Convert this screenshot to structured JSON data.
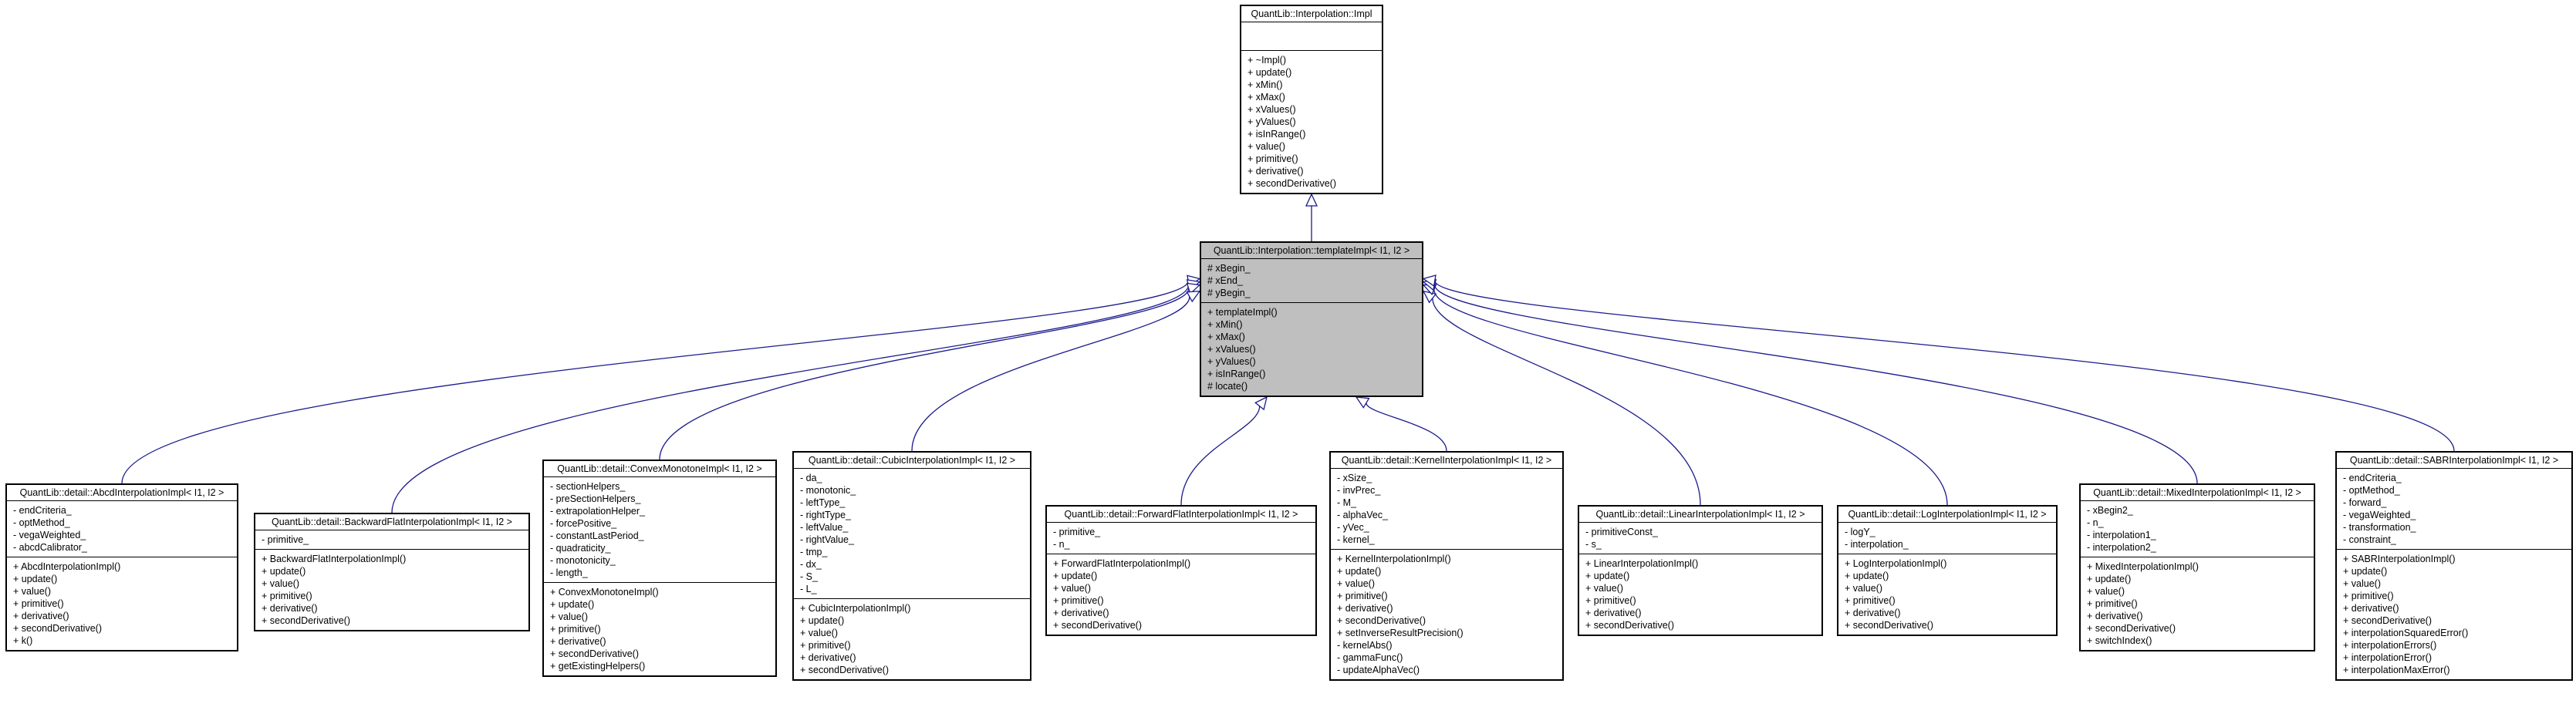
{
  "diagram": {
    "base": {
      "title": "QuantLib::Interpolation::Impl",
      "attributes": [],
      "methods": [
        "+ ~Impl()",
        "+ update()",
        "+ xMin()",
        "+ xMax()",
        "+ xValues()",
        "+ yValues()",
        "+ isInRange()",
        "+ value()",
        "+ primitive()",
        "+ derivative()",
        "+ secondDerivative()"
      ]
    },
    "template": {
      "title": "QuantLib::Interpolation::templateImpl< I1, I2 >",
      "attributes": [
        "# xBegin_",
        "# xEnd_",
        "# yBegin_"
      ],
      "methods": [
        "+ templateImpl()",
        "+ xMin()",
        "+ xMax()",
        "+ xValues()",
        "+ yValues()",
        "+ isInRange()",
        "# locate()"
      ]
    },
    "derived": [
      {
        "title": "QuantLib::detail::AbcdInterpolationImpl< I1, I2 >",
        "attributes": [
          "- endCriteria_",
          "- optMethod_",
          "- vegaWeighted_",
          "- abcdCalibrator_"
        ],
        "methods": [
          "+ AbcdInterpolationImpl()",
          "+ update()",
          "+ value()",
          "+ primitive()",
          "+ derivative()",
          "+ secondDerivative()",
          "+ k()"
        ]
      },
      {
        "title": "QuantLib::detail::BackwardFlatInterpolationImpl< I1, I2 >",
        "attributes": [
          "- primitive_"
        ],
        "methods": [
          "+ BackwardFlatInterpolationImpl()",
          "+ update()",
          "+ value()",
          "+ primitive()",
          "+ derivative()",
          "+ secondDerivative()"
        ]
      },
      {
        "title": "QuantLib::detail::ConvexMonotoneImpl< I1, I2 >",
        "attributes": [
          "- sectionHelpers_",
          "- preSectionHelpers_",
          "- extrapolationHelper_",
          "- forcePositive_",
          "- constantLastPeriod_",
          "- quadraticity_",
          "- monotonicity_",
          "- length_"
        ],
        "methods": [
          "+ ConvexMonotoneImpl()",
          "+ update()",
          "+ value()",
          "+ primitive()",
          "+ derivative()",
          "+ secondDerivative()",
          "+ getExistingHelpers()"
        ]
      },
      {
        "title": "QuantLib::detail::CubicInterpolationImpl< I1, I2 >",
        "attributes": [
          "- da_",
          "- monotonic_",
          "- leftType_",
          "- rightType_",
          "- leftValue_",
          "- rightValue_",
          "- tmp_",
          "- dx_",
          "- S_",
          "- L_"
        ],
        "methods": [
          "+ CubicInterpolationImpl()",
          "+ update()",
          "+ value()",
          "+ primitive()",
          "+ derivative()",
          "+ secondDerivative()"
        ]
      },
      {
        "title": "QuantLib::detail::ForwardFlatInterpolationImpl< I1, I2 >",
        "attributes": [
          "- primitive_",
          "- n_"
        ],
        "methods": [
          "+ ForwardFlatInterpolationImpl()",
          "+ update()",
          "+ value()",
          "+ primitive()",
          "+ derivative()",
          "+ secondDerivative()"
        ]
      },
      {
        "title": "QuantLib::detail::KernelInterpolationImpl< I1, I2 >",
        "attributes": [
          "- xSize_",
          "- invPrec_",
          "- M_",
          "- alphaVec_",
          "- yVec_",
          "- kernel_"
        ],
        "methods": [
          "+ KernelInterpolationImpl()",
          "+ update()",
          "+ value()",
          "+ primitive()",
          "+ derivative()",
          "+ secondDerivative()",
          "+ setInverseResultPrecision()",
          "- kernelAbs()",
          "- gammaFunc()",
          "- updateAlphaVec()"
        ]
      },
      {
        "title": "QuantLib::detail::LinearInterpolationImpl< I1, I2 >",
        "attributes": [
          "- primitiveConst_",
          "- s_"
        ],
        "methods": [
          "+ LinearInterpolationImpl()",
          "+ update()",
          "+ value()",
          "+ primitive()",
          "+ derivative()",
          "+ secondDerivative()"
        ]
      },
      {
        "title": "QuantLib::detail::LogInterpolationImpl< I1, I2 >",
        "attributes": [
          "- logY_",
          "- interpolation_"
        ],
        "methods": [
          "+ LogInterpolationImpl()",
          "+ update()",
          "+ value()",
          "+ primitive()",
          "+ derivative()",
          "+ secondDerivative()"
        ]
      },
      {
        "title": "QuantLib::detail::MixedInterpolationImpl< I1, I2 >",
        "attributes": [
          "- xBegin2_",
          "- n_",
          "- interpolation1_",
          "- interpolation2_"
        ],
        "methods": [
          "+ MixedInterpolationImpl()",
          "+ update()",
          "+ value()",
          "+ primitive()",
          "+ derivative()",
          "+ secondDerivative()",
          "+ switchIndex()"
        ]
      },
      {
        "title": "QuantLib::detail::SABRInterpolationImpl< I1, I2 >",
        "attributes": [
          "- endCriteria_",
          "- optMethod_",
          "- forward_",
          "- vegaWeighted_",
          "- transformation_",
          "- constraint_"
        ],
        "methods": [
          "+ SABRInterpolationImpl()",
          "+ update()",
          "+ value()",
          "+ primitive()",
          "+ derivative()",
          "+ secondDerivative()",
          "+ interpolationSquaredError()",
          "+ interpolationErrors()",
          "+ interpolationError()",
          "+ interpolationMaxError()"
        ]
      }
    ]
  }
}
